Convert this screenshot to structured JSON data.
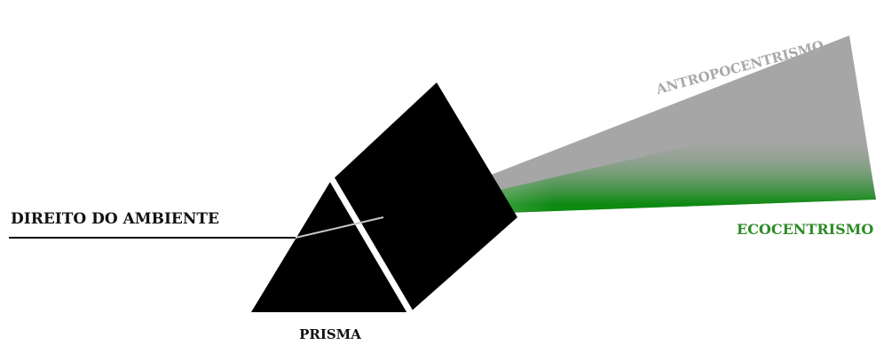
{
  "labels": {
    "input": "DIREITO DO AMBIENTE",
    "prism": "PRISMA",
    "upper_output": "ANTROPOCENTRISMO",
    "lower_output": "ECOCENTRISMO"
  },
  "colors": {
    "background": "#ffffff",
    "prism": "#000000",
    "input_line": "#000000",
    "inner_ray": "#c8c8c8",
    "beam_gray": "#a6a6a6",
    "beam_green": "#0e8a12",
    "label_dark": "#111111",
    "label_gray": "#a8a8a8",
    "label_green": "#2e8b26"
  }
}
